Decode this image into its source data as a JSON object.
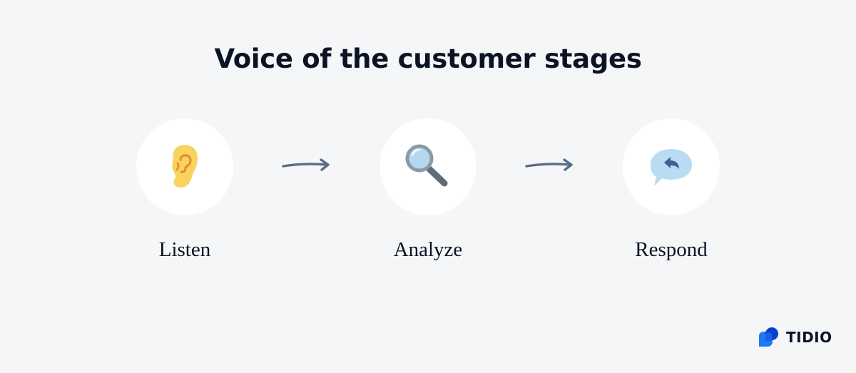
{
  "title": "Voice of the customer stages",
  "stages": [
    {
      "label": "Listen",
      "icon": "ear-icon"
    },
    {
      "label": "Analyze",
      "icon": "magnifying-glass-icon"
    },
    {
      "label": "Respond",
      "icon": "reply-speech-bubble-icon"
    }
  ],
  "connectors": [
    "arrow-right-icon",
    "arrow-right-icon"
  ],
  "brand": {
    "name": "TIDIO",
    "logo": "tidio-logo-icon"
  },
  "colors": {
    "background": "#f5f6f8",
    "circle": "#ffffff",
    "title": "#0b1424",
    "arrow": "#5b6b8a",
    "ear": "#f9d35f",
    "ear_detail": "#e38f36",
    "magnifier_lens": "#b8d8f0",
    "magnifier_frame": "#8a9aa6",
    "bubble": "#b9dcf3",
    "reply_arrow": "#3a6591",
    "brand_blue": "#1b7cf2",
    "brand_dark": "#0a3fcc"
  }
}
